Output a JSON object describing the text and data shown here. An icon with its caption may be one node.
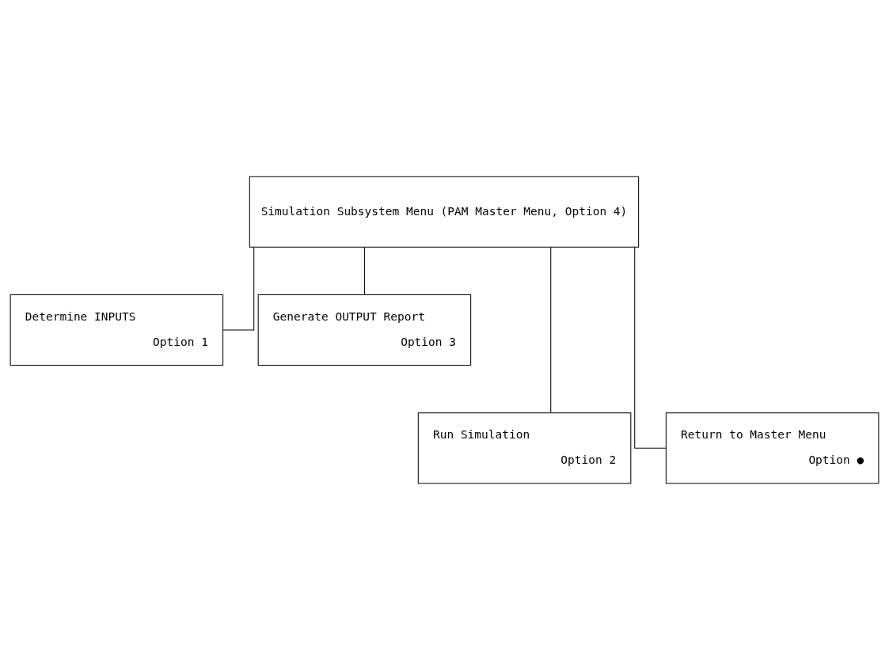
{
  "diagram": {
    "nodes": [
      {
        "text": [
          "Simulation Subsystem Menu (PAM Master Menu, Option 4)"
        ]
      },
      {
        "text": [
          "Determine INPUTS",
          "Option 1"
        ]
      },
      {
        "text": [
          "Generate OUTPUT Report",
          "Option 3"
        ]
      },
      {
        "text": [
          "Run Simulation",
          "Option 2"
        ]
      },
      {
        "text": [
          "Return to Master Menu",
          "Option ●"
        ]
      }
    ],
    "edges": [
      {
        "from": 0,
        "to": 1,
        "arrow": "none"
      },
      {
        "from": 0,
        "to": 2,
        "arrow": "none"
      },
      {
        "from": 0,
        "to": 3,
        "arrow": "none"
      },
      {
        "from": 0,
        "to": 4,
        "arrow": "none"
      }
    ]
  }
}
